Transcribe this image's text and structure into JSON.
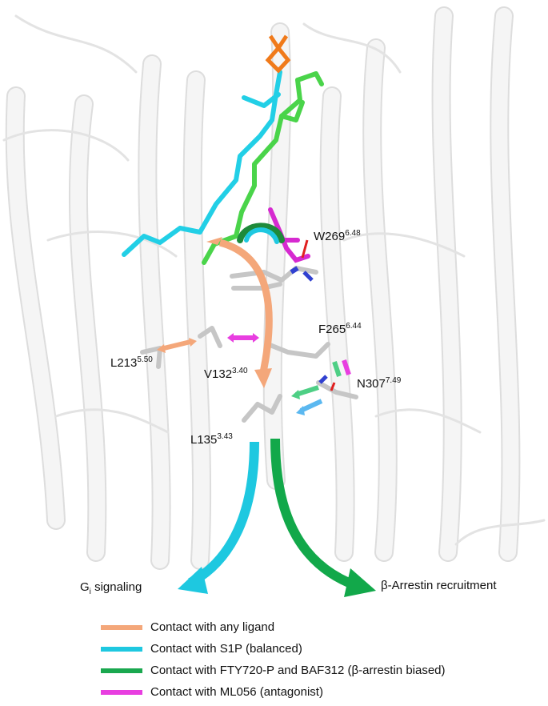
{
  "residues": [
    {
      "name": "W269",
      "sup": "6.48"
    },
    {
      "name": "F265",
      "sup": "6.44"
    },
    {
      "name": "L213",
      "sup": "5.50"
    },
    {
      "name": "V132",
      "sup": "3.40"
    },
    {
      "name": "N307",
      "sup": "7.49"
    },
    {
      "name": "L135",
      "sup": "3.43"
    }
  ],
  "outputs": {
    "gi_prefix": "G",
    "gi_sub": "i",
    "gi_suffix": " signaling",
    "arrestin": "β-Arrestin recruitment"
  },
  "legend": [
    {
      "label": "Contact with any ligand",
      "color": "#f4a77a"
    },
    {
      "label": "Contact with S1P (balanced)",
      "color": "#1ec8e0"
    },
    {
      "label": "Contact with FTY720-P and BAF312 (β-arrestin biased)",
      "color": "#1aa84f"
    },
    {
      "label": "Contact with ML056 (antagonist)",
      "color": "#e83ee0"
    }
  ],
  "colors": {
    "helix": "#f1f1f1",
    "helix_edge": "#d8d8d8",
    "s1p": "#22cfe6",
    "fty": "#4ad44a",
    "ml056": "#d62ad0",
    "residue": "#c9c9c9",
    "phosphate": "#f07a1a"
  }
}
